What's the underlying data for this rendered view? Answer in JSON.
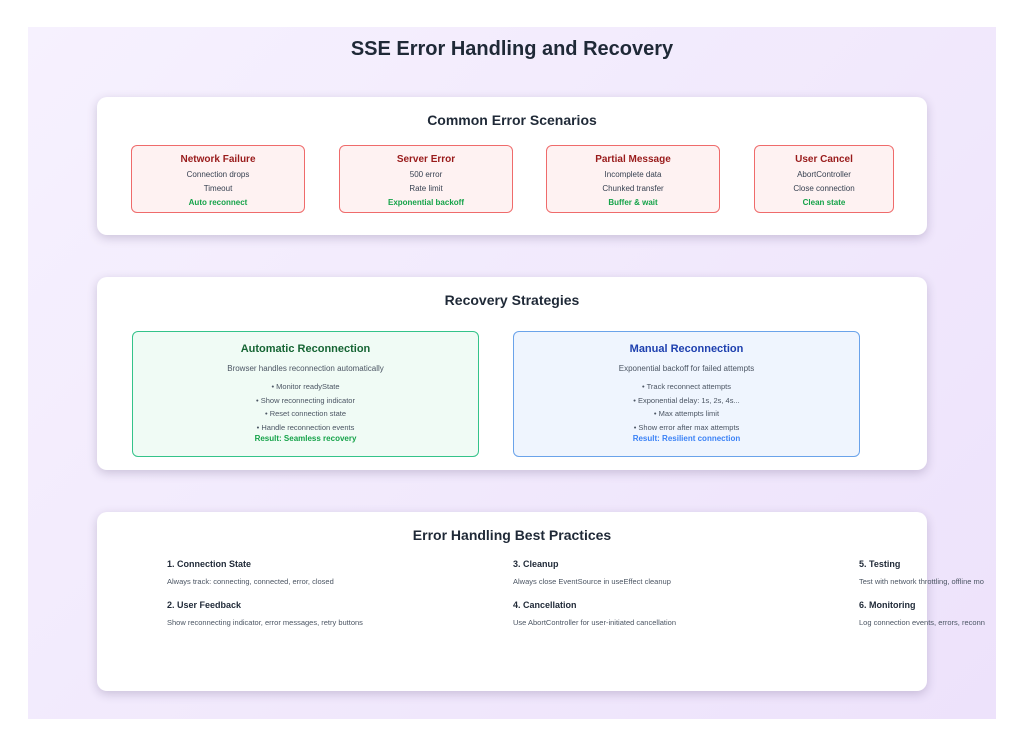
{
  "title": "SSE Error Handling and Recovery",
  "errors": {
    "title": "Common Error Scenarios",
    "cards": [
      {
        "title": "Network Failure",
        "lines": [
          "Connection drops",
          "Timeout"
        ],
        "result": "Auto reconnect"
      },
      {
        "title": "Server Error",
        "lines": [
          "500 error",
          "Rate limit"
        ],
        "result": "Exponential backoff"
      },
      {
        "title": "Partial Message",
        "lines": [
          "Incomplete data",
          "Chunked transfer"
        ],
        "result": "Buffer & wait"
      },
      {
        "title": "User Cancel",
        "lines": [
          "AbortController",
          "Close connection"
        ],
        "result": "Clean state"
      }
    ]
  },
  "recovery": {
    "title": "Recovery Strategies",
    "automatic": {
      "title": "Automatic Reconnection",
      "description": "Browser handles reconnection automatically",
      "items": [
        "• Monitor readyState",
        "• Show reconnecting indicator",
        "• Reset connection state",
        "• Handle reconnection events"
      ],
      "result": "Result: Seamless recovery"
    },
    "manual": {
      "title": "Manual Reconnection",
      "description": "Exponential backoff for failed attempts",
      "items": [
        "• Track reconnect attempts",
        "• Exponential delay: 1s, 2s, 4s...",
        "• Max attempts limit",
        "• Show error after max attempts"
      ],
      "result": "Result: Resilient connection"
    }
  },
  "practices": {
    "title": "Error Handling Best Practices",
    "items": [
      {
        "heading": "1. Connection State",
        "text": "Always track: connecting, connected, error, closed"
      },
      {
        "heading": "2. User Feedback",
        "text": "Show reconnecting indicator, error messages, retry buttons"
      },
      {
        "heading": "3. Cleanup",
        "text": "Always close EventSource in useEffect cleanup"
      },
      {
        "heading": "4. Cancellation",
        "text": "Use AbortController for user-initiated cancellation"
      },
      {
        "heading": "5. Testing",
        "text": "Test with network throttling, offline mo"
      },
      {
        "heading": "6. Monitoring",
        "text": "Log connection events, errors, reconn"
      }
    ]
  }
}
